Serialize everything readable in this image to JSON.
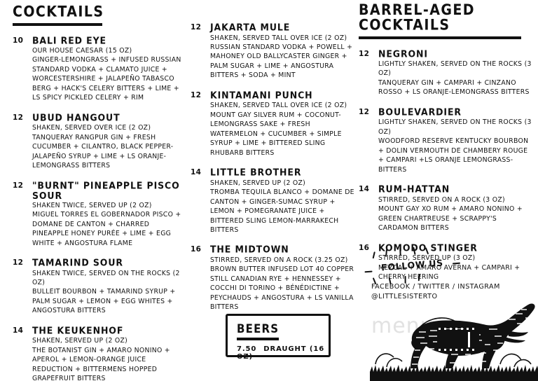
{
  "sections": {
    "cocktails": {
      "title": "COCKTAILS",
      "left_items": [
        {
          "price": "10",
          "name": "BALI RED EYE",
          "method": "OUR HOUSE CAESAR (15 OZ)",
          "ingredients": "GINGER-LEMONGRASS + INFUSED RUSSIAN STANDARD VODKA + CLAMATO JUICE + WORCESTERSHIRE + JALAPEÑO TABASCO BERG + HACK'S CELERY BITTERS + LIME + LS SPICY PICKLED CELERY + RIM"
        },
        {
          "price": "12",
          "name": "UBUD HANGOUT",
          "method": "SHAKEN, SERVED OVER ICE (2 OZ)",
          "ingredients": "TANQUERAY RANGPUR GIN + FRESH CUCUMBER + CILANTRO, BLACK PEPPER-JALAPEÑO SYRUP + LIME + LS ORANJE-LEMONGRASS BITTERS"
        },
        {
          "price": "12",
          "name": "\"BURNT\" PINEAPPLE PISCO SOUR",
          "method": "SHAKEN TWICE, SERVED UP (2 OZ)",
          "ingredients": "MIGUEL TORRES EL GOBERNADOR PISCO + DOMANE DE CANTON + CHARRED PINEAPPLE HONEY PURÉE + LIME + EGG WHITE + ANGOSTURA FLAME"
        },
        {
          "price": "12",
          "name": "TAMARIND SOUR",
          "method": "SHAKEN TWICE, SERVED ON THE ROCKS (2 OZ)",
          "ingredients": "BULLEIT BOURBON + TAMARIND SYRUP + PALM SUGAR + LEMON + EGG WHITES + ANGOSTURA BITTERS"
        },
        {
          "price": "14",
          "name": "THE KEUKENHOF",
          "method": "SHAKEN, SERVED UP (2 OZ)",
          "ingredients": "THE BOTANIST GIN + AMARO NONINO + APEROL + LEMON-ORANGE JUICE REDUCTION + BITTERMENS HOPPED GRAPEFRUIT BITTERS"
        }
      ],
      "mid_items": [
        {
          "price": "12",
          "name": "JAKARTA MULE",
          "method": "SHAKEN, SERVED TALL OVER ICE (2 OZ)",
          "ingredients": "RUSSIAN STANDARD VODKA + POWELL + MAHONEY OLD BALLYCASTER GINGER + PALM SUGAR + LIME + ANGOSTURA BITTERS + SODA + MINT"
        },
        {
          "price": "12",
          "name": "KINTAMANI PUNCH",
          "method": "SHAKEN, SERVED TALL OVER ICE (2 OZ)",
          "ingredients": "MOUNT GAY SILVER RUM + COCONUT-LEMONGRASS SAKE + FRESH WATERMELON + CUCUMBER + SIMPLE SYRUP + LIME + BITTERED SLING RHUBARB BITTERS"
        },
        {
          "price": "14",
          "name": "LITTLE BROTHER",
          "method": "SHAKEN, SERVED UP (2 OZ)",
          "ingredients": "TROMBA TEQUILA BLANCO + DOMANE DE CANTON + GINGER-SUMAC SYRUP + LEMON + POMEGRANATE JUICE + BITTERED SLING LEMON-MARRAKECH BITTERS"
        },
        {
          "price": "16",
          "name": "THE MIDTOWN",
          "method": "STIRRED, SERVED ON A ROCK (3.25 OZ)",
          "ingredients": "BROWN BUTTER INFUSED LOT 40 COPPER STILL CANADIAN RYE + HENNESSEY + COCCHI DI TORINO + BÉNÉDICTINE + PEYCHAUDS + ANGOSTURA + LS VANILLA BITTERS"
        }
      ]
    },
    "barrel_aged": {
      "title": "BARREL-AGED COCKTAILS",
      "items": [
        {
          "price": "12",
          "name": "NEGRONI",
          "method": "LIGHTLY SHAKEN, SERVED ON THE ROCKS (3 OZ)",
          "ingredients": "TANQUERAY GIN + CAMPARI + CINZANO ROSSO + LS ORANJE-LEMONGRASS BITTERS"
        },
        {
          "price": "12",
          "name": "BOULEVARDIER",
          "method": "LIGHTLY SHAKEN, SERVED ON THE ROCKS (3 OZ)",
          "ingredients": "WOODFORD RESERVE KENTUCKY BOURBON + DOLIN VERMOUTH DE CHAMBERY ROUGE + CAMPARI +LS ORANJE LEMONGRASS-BITTERS"
        },
        {
          "price": "14",
          "name": "RUM-HATTAN",
          "method": "STIRRED, SERVED ON A ROCK (3 OZ)",
          "ingredients": "MOUNT GAY XO RUM + AMARO NONINO + GREEN CHARTREUSE + SCRAPPY'S CARDAMON BITTERS"
        },
        {
          "price": "16",
          "name": "KOMODO STINGER",
          "method": "STIRRED, SERVED UP (3 OZ)",
          "ingredients": "MEZCAL + AMARO AVERNA + CAMPARI + CHERRY HEERING"
        }
      ]
    }
  },
  "beers": {
    "title": "BEERS",
    "price": "7.50",
    "label": "DRAUGHT (16 OZ)"
  },
  "follow": {
    "badge": "FOLLOW US",
    "networks": "FACEBOOK / TWITTER / INSTAGRAM",
    "handle": "@LITTLESISTERTO"
  },
  "watermark": {
    "text": "menu"
  },
  "icons": {
    "elephant": "elephant-illustration",
    "starburst": "starburst-icon"
  },
  "colors": {
    "ink": "#111111",
    "paper": "#ffffff",
    "watermark": "#e2e2e2"
  }
}
